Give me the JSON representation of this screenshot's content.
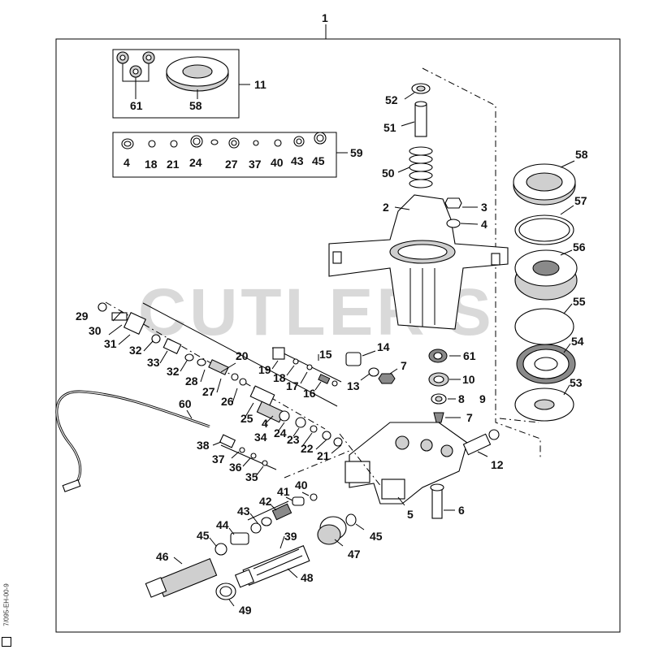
{
  "watermark": "CUTLER'S",
  "side_code": "7/095-EH-00-9",
  "labels": {
    "l1": "1",
    "l11": "11",
    "l61a": "61",
    "l58a": "58",
    "l59": "59",
    "k4": "4",
    "k18": "18",
    "k21": "21",
    "k24": "24",
    "k27": "27",
    "k37": "37",
    "k40": "40",
    "k43": "43",
    "k45": "45",
    "l52": "52",
    "l51": "51",
    "l50": "50",
    "l2": "2",
    "l3": "3",
    "l4": "4",
    "l58b": "58",
    "l57": "57",
    "l56": "56",
    "l55": "55",
    "l54": "54",
    "l53": "53",
    "l29": "29",
    "l30": "30",
    "l31": "31",
    "l32a": "32",
    "l33": "33",
    "l32b": "32",
    "l28": "28",
    "l27": "27",
    "l26": "26",
    "l25": "25",
    "l20": "20",
    "l19": "19",
    "l18": "18",
    "l17": "17",
    "l16": "16",
    "l15": "15",
    "l14": "14",
    "l13": "13",
    "l7a": "7",
    "l61b": "61",
    "l10": "10",
    "l8": "8",
    "l9": "9",
    "l7b": "7",
    "l4b": "4",
    "l34": "34",
    "l24": "24",
    "l23": "23",
    "l22": "22",
    "l21": "21",
    "l60": "60",
    "l38": "38",
    "l37": "37",
    "l36": "36",
    "l35": "35",
    "l41": "41",
    "l40": "40",
    "l42": "42",
    "l43": "43",
    "l44": "44",
    "l45a": "45",
    "l39": "39",
    "l45b": "45",
    "l47": "47",
    "l46": "46",
    "l48": "48",
    "l49": "49",
    "l5": "5",
    "l6": "6",
    "l12": "12"
  }
}
